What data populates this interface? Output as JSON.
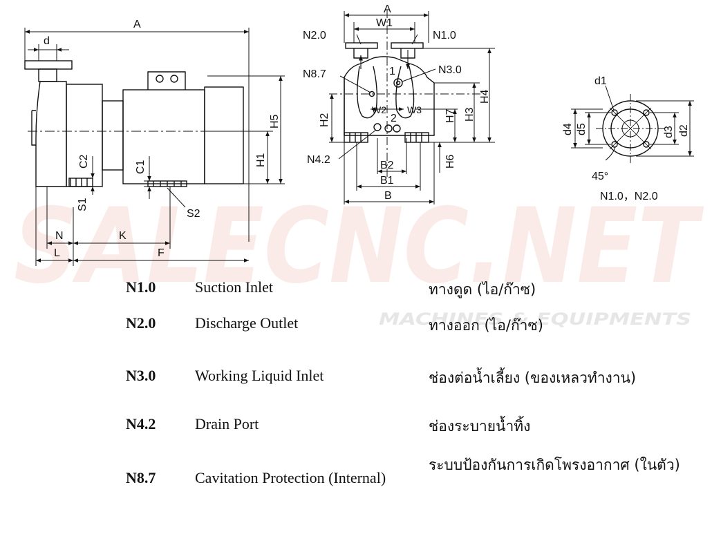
{
  "watermark": {
    "brand": "SALECNC.NET",
    "tagline": "MACHINES & EQUIPMENTS"
  },
  "side_view": {
    "dims": {
      "A": "A",
      "d": "d",
      "C2": "C2",
      "C1": "C1",
      "S1": "S1",
      "S2": "S2",
      "N": "N",
      "K": "K",
      "L": "L",
      "F": "F",
      "H1": "H1",
      "H5": "H5"
    }
  },
  "front_view": {
    "dims": {
      "A": "A",
      "W1": "W1",
      "W2": "W2",
      "W3": "W3",
      "H2": "H2",
      "H3": "H3",
      "H4": "H4",
      "H6": "H6",
      "H7": "H7",
      "B": "B",
      "B1": "B1",
      "B2": "B2",
      "one": "1",
      "two": "2"
    },
    "ports": {
      "n2": "N2.0",
      "n1": "N1.0",
      "n87": "N8.7",
      "n30": "N3.0",
      "n42": "N4.2"
    }
  },
  "flange_view": {
    "dims": {
      "d1": "d1",
      "d2": "d2",
      "d3": "d3",
      "d4": "d4",
      "d5": "d5",
      "angle": "45°"
    },
    "caption": "N1.0，N2.0"
  },
  "legend": [
    {
      "code": "N1.0",
      "en": "Suction Inlet",
      "th": "ทางดูด (ไอ/ก๊าซ)"
    },
    {
      "code": "N2.0",
      "en": "Discharge Outlet",
      "th": "ทางออก (ไอ/ก๊าซ)"
    },
    {
      "code": "N3.0",
      "en": "Working Liquid Inlet",
      "th": "ช่องต่อน้ำเลี้ยง (ของเหลวทำงาน)"
    },
    {
      "code": "N4.2",
      "en": "Drain Port",
      "th": "ช่องระบายน้ำทิ้ง"
    },
    {
      "code": "N8.7",
      "en": "Cavitation Protection (Internal)",
      "th": "ระบบป้องกันการเกิดโพรงอากาศ (ในตัว)"
    }
  ]
}
